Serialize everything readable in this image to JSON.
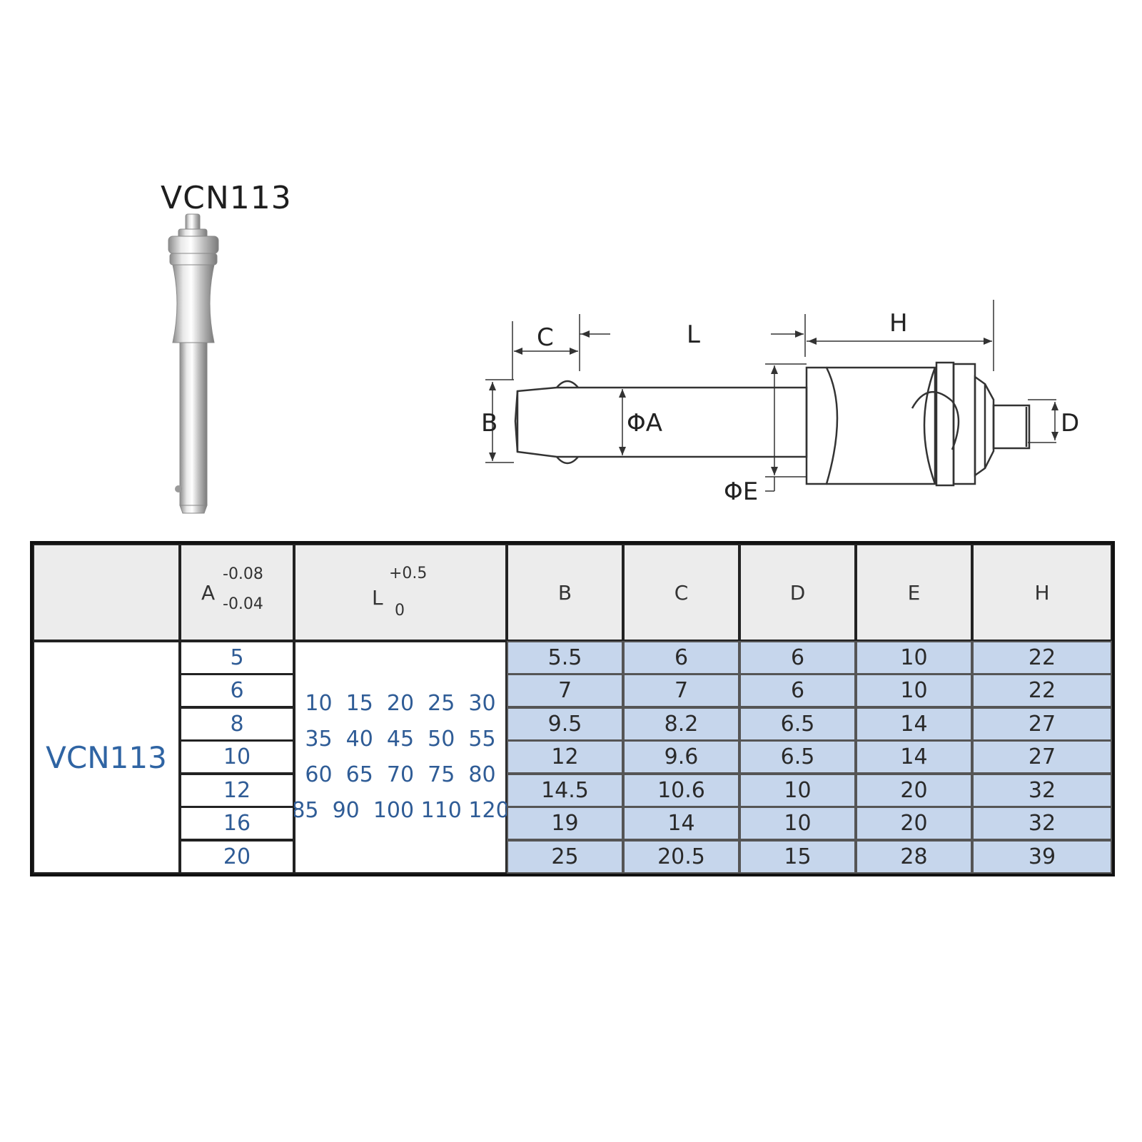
{
  "product": {
    "title": "VCN113"
  },
  "drawing_labels": {
    "c": "C",
    "l": "L",
    "h": "H",
    "b": "B",
    "phi_a": "ΦA",
    "d": "D",
    "phi_e": "ΦE"
  },
  "table": {
    "headers": {
      "a_main": "A",
      "a_upper_tol": "-0.08",
      "a_lower_tol": "-0.04",
      "l_main": "L",
      "l_upper_tol": "+0.5",
      "l_lower_tol": "0",
      "b": "B",
      "c": "C",
      "d": "D",
      "e": "E",
      "h": "H"
    },
    "model": "VCN113",
    "lengths": [
      "10  15  20  25  30",
      "35  40  45  50  55",
      "60  65  70  75  80",
      "85  90  100 110 120"
    ],
    "rows": [
      {
        "a": "5",
        "b": "5.5",
        "c": "6",
        "d": "6",
        "e": "10",
        "h": "22"
      },
      {
        "a": "6",
        "b": "7",
        "c": "7",
        "d": "6",
        "e": "10",
        "h": "22"
      },
      {
        "a": "8",
        "b": "9.5",
        "c": "8.2",
        "d": "6.5",
        "e": "14",
        "h": "27"
      },
      {
        "a": "10",
        "b": "12",
        "c": "9.6",
        "d": "6.5",
        "e": "14",
        "h": "27"
      },
      {
        "a": "12",
        "b": "14.5",
        "c": "10.6",
        "d": "10",
        "e": "20",
        "h": "32"
      },
      {
        "a": "16",
        "b": "19",
        "c": "14",
        "d": "10",
        "e": "20",
        "h": "32"
      },
      {
        "a": "20",
        "b": "25",
        "c": "20.5",
        "d": "15",
        "e": "28",
        "h": "39"
      }
    ]
  },
  "colors": {
    "blue_fill": "#c6d6ec",
    "header_fill": "#ececec",
    "blue_text": "#2f64a3"
  }
}
